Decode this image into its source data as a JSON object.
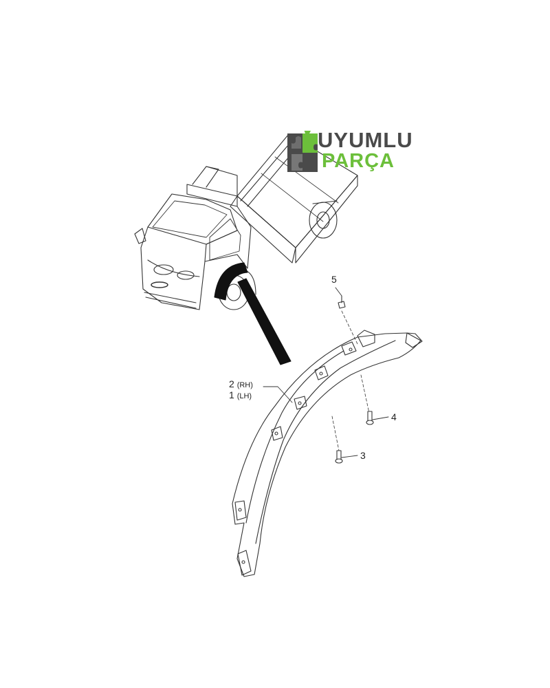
{
  "logo": {
    "word1": "UYUMLU",
    "word2": "PARÇA",
    "color_dark": "#4a4a4a",
    "color_green": "#6cbf3b",
    "icon": "puzzle-icon"
  },
  "callouts": {
    "part1": {
      "number": "1",
      "side": "(LH)"
    },
    "part2": {
      "number": "2",
      "side": "(RH)"
    },
    "part3": {
      "number": "3"
    },
    "part4": {
      "number": "4"
    },
    "part5": {
      "number": "5"
    }
  }
}
